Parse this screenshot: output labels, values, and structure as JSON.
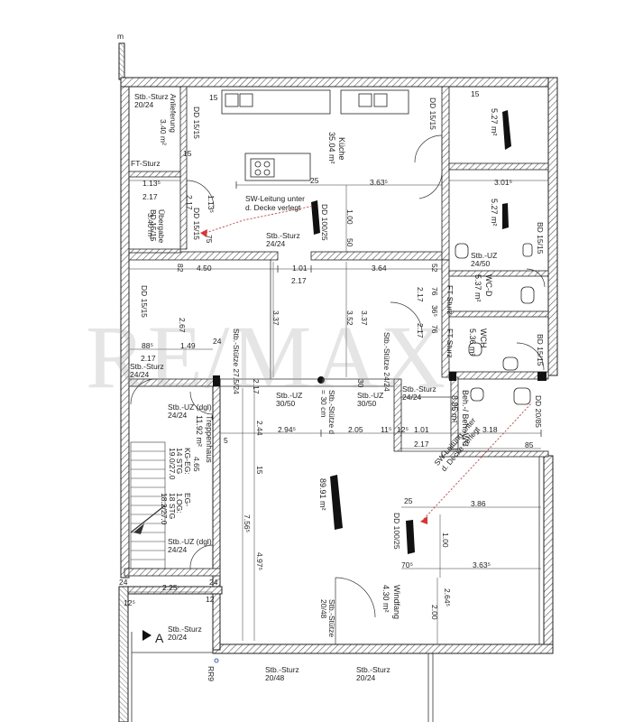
{
  "watermark": "RE/MAX",
  "rooms": {
    "kueche": {
      "name": "Küche",
      "area": "35.04 m²"
    },
    "room_tr1": {
      "area": "5.27 m²"
    },
    "room_tr2": {
      "area": "5.27 m²"
    },
    "wcd": {
      "name": "WC-D",
      "area": "5.37 m²"
    },
    "wch": {
      "name": "WCH",
      "area": "5.36 m²"
    },
    "behwc": {
      "name": "Beh.-/ Beh.-WC",
      "area": "8.85 m²"
    },
    "treppenhaus": {
      "name": "Treppenhaus",
      "area": "11.92 m²"
    },
    "main": {
      "area": "89.91 m²"
    },
    "windfang": {
      "name": "Windfang",
      "area": "4.30 m²"
    },
    "anlieferung": {
      "name": "Anlieferung",
      "area": "3.40 m²"
    },
    "uebergabe": {
      "name": "Übergabe",
      "area": "3.40 m²"
    }
  },
  "labels": {
    "stb_sturz_2024_a": "Stb.-Sturz 20/24",
    "ft_sturz_a": "FT-Sturz",
    "dd_1515_a": "DD 15/15",
    "dd_1515_b": "DD 15/15",
    "dd_1515_c": "DD 15/15",
    "dd_1515_d": "DD 15/15",
    "dd_100_25_a": "DD 100/25",
    "dd_100_25_b": "DD 100/25",
    "sw_leitung_a": "SW-Leitung unter d. Decke verlegt",
    "sw_leitung_b": "SW-Leitung unter d. Decke verlegt",
    "stb_sturz_2424_a": "Stb.-Sturz 24/24",
    "stb_uz_2450": "Stb.-UZ 24/50",
    "ft_sturz_b": "FT-Sturz",
    "ft_sturz_c": "FT-Sturz",
    "bd_1515_a": "BD 15/15",
    "bd_1515_b": "BD 15/15",
    "bd_1515_c": "BD 15/15",
    "stb_stuetze_2724": "Stb.-Stütze 27.5/24",
    "stb_sturz_2424_b": "Stb.-Sturz 24/24",
    "stb_uz_dgl_a": "Stb.-UZ (dgl) 24/24",
    "stb_uz_3050_a": "Stb.-UZ 30/50",
    "stb_stuetze_d30": "Stb.-Stütze d = 30 cm",
    "stb_uz_3050_b": "Stb.-UZ 30/50",
    "stb_sturz_2424_c": "Stb.-Sturz 24/24",
    "stb_stuetze_2424": "Stb.-Stütze 24/24",
    "dd_20_85": "DD 20/85",
    "stair_kg_eg": "KG-EG: 14 STG 19.0/27.0",
    "stair_eg_og": "EG-1.OG: 18 STG 18.2/27.0",
    "stb_uz_dgl_b": "Stb.-UZ (dgl) 24/24",
    "stb_stuetze_2048": "Stb.-Stütze 20/48",
    "stb_sturz_2024_b": "Stb.-Sturz 20/24",
    "section": "A",
    "stb_sturz_2048": "Stb.-Sturz 20/48",
    "stb_sturz_2024_c": "Stb.-Sturz 20/24",
    "rr9": "RR9",
    "m_top": "m"
  },
  "dims": {
    "d_113": "1.13⁵",
    "d_217_a": "2.17",
    "d_217_b": "2.17",
    "d_113b": "1.13⁵",
    "d_363": "3.63⁵",
    "d_301": "3.01⁵",
    "d_100_a": "1.00",
    "d_50": "50",
    "d_25_a": "25",
    "d_75": "75",
    "d_15_a": "15",
    "d_15_b": "15",
    "d_15_c": "15",
    "d_450": "4.50",
    "d_101_a": "1.01",
    "d_217_c": "2.17",
    "d_364": "3.64",
    "d_82": "82",
    "d_52": "52",
    "d_337": "3.37",
    "d_352": "3.52",
    "d_337b": "3.37",
    "d_267": "2.67",
    "d_88": "88⁵",
    "d_149": "1.49",
    "d_24_a": "24",
    "d_217_d": "2.17",
    "d_76_a": "76",
    "d_36": "36⁵",
    "d_76_b": "76",
    "d_217_e": "2.17",
    "d_217_f": "2.17",
    "d_217_g": "2.17",
    "d_244": "2.44",
    "d_294": "2.94⁵",
    "d_205": "2.05",
    "d_11": "11⁵",
    "d_12": "12⁵",
    "d_101_b": "1.01",
    "d_318": "3.18",
    "d_217_h": "2.17",
    "d_85": "85",
    "d_465": "4.65",
    "d_15_d": "15",
    "d_756": "7.56⁵",
    "d_497": "4.97⁵",
    "d_386": "3.86",
    "d_25_b": "25",
    "d_100_b": "1.00",
    "d_70": "70⁵",
    "d_363b": "3.63⁵",
    "d_264": "2.64⁵",
    "d_200": "2.00",
    "d_225": "2.25",
    "d_24_b": "24",
    "d_12_b": "12⁵",
    "d_24_c": "24",
    "d_12_c": "12",
    "d_5": "5",
    "d_30": "30"
  }
}
